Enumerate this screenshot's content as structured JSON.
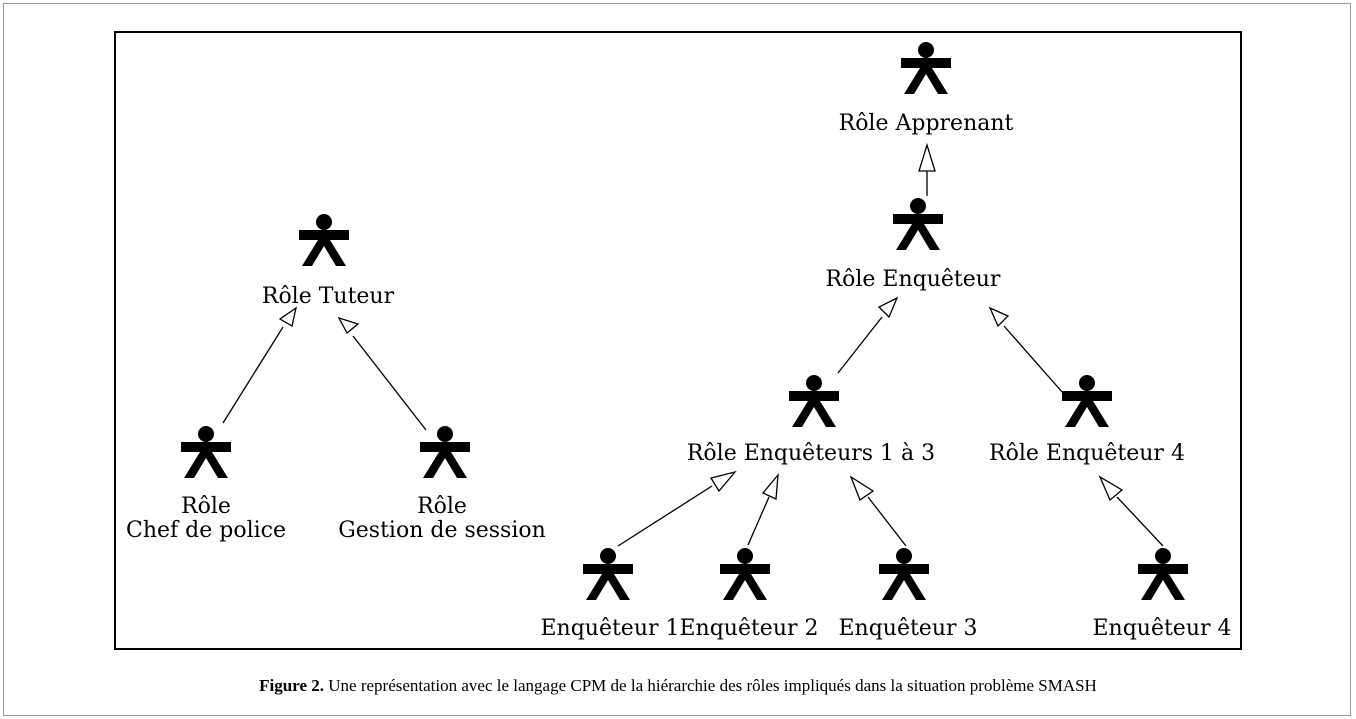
{
  "roles": {
    "tuteur": "Rôle  Tuteur",
    "chef_line1": "Rôle",
    "chef_line2": "Chef  de police",
    "gestion_line1": "Rôle",
    "gestion_line2": "Gestion de session",
    "apprenant": "Rôle  Apprenant",
    "enqueteur": "Rôle  Enquêteur",
    "enqueteurs_1_3": "Rôle  Enquêteurs 1 à 3",
    "enqueteur_4_role": "Rôle  Enquêteur 4",
    "e1": "Enquêteur 1",
    "e2": "Enquêteur 2",
    "e3": "Enquêteur 3",
    "e4": "Enquêteur 4"
  },
  "caption": {
    "label": "Figure 2.",
    "text": " Une représentation avec le langage CPM de la hiérarchie des rôles impliqués dans la situation problème SMASH"
  }
}
